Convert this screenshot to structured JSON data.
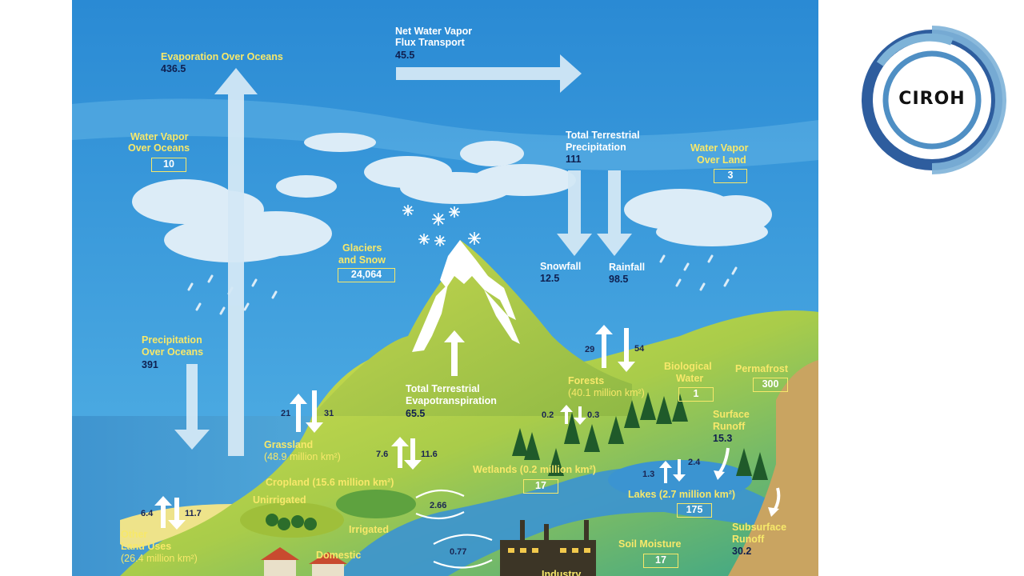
{
  "labels": {
    "evap_oceans_title": "Evaporation Over Oceans",
    "evap_oceans_value": "436.5",
    "flux_title_1": "Net Water Vapor",
    "flux_title_2": "Flux Transport",
    "flux_value": "45.5",
    "vapor_oceans_1": "Water Vapor",
    "vapor_oceans_2": "Over Oceans",
    "vapor_oceans_value": "10",
    "terr_precip_1": "Total Terrestrial",
    "terr_precip_2": "Precipitation",
    "terr_precip_value": "111",
    "vapor_land_1": "Water Vapor",
    "vapor_land_2": "Over Land",
    "vapor_land_value": "3",
    "glaciers_1": "Glaciers",
    "glaciers_2": "and Snow",
    "glaciers_value": "24,064",
    "snowfall": "Snowfall",
    "snowfall_value": "12.5",
    "rainfall": "Rainfall",
    "rainfall_value": "98.5",
    "precip_oceans_1": "Precipitation",
    "precip_oceans_2": "Over Oceans",
    "precip_oceans_value": "391",
    "forest_up": "29",
    "forest_down": "54",
    "forests": "Forests",
    "forests_area": "(40.1 million km²)",
    "bio_1": "Biological",
    "bio_2": "Water",
    "bio_value": "1",
    "permafrost": "Permafrost",
    "permafrost_value": "300",
    "evapo_1": "Total Terrestrial",
    "evapo_2": "Evapotranspiration",
    "evapo_value": "65.5",
    "grass_up": "21",
    "grass_down": "31",
    "grassland": "Grassland",
    "grassland_area": "(48.9 million km²)",
    "wet_up": "0.2",
    "wet_down": "0.3",
    "surface_1": "Surface",
    "surface_2": "Runoff",
    "surface_value": "15.3",
    "crop_up": "7.6",
    "crop_down": "11.6",
    "cropland": "Cropland (15.6 million km²)",
    "wetlands": "Wetlands (0.2 million km²)",
    "wetlands_value": "17",
    "lake_up": "1.3",
    "lake_down": "2.4",
    "unirrigated": "Unirrigated",
    "irrigated_flow": "2.66",
    "lakes": "Lakes (2.7 million km²)",
    "lakes_value": "175",
    "other_up": "6.4",
    "other_down": "11.7",
    "irrigated": "Irrigated",
    "subsurface_1": "Subsurface",
    "subsurface_2": "Runoff",
    "subsurface_value": "30.2",
    "other_1": "Other",
    "other_2": "Land Uses",
    "other_area": "(26.4 million km²)",
    "domestic": "Domestic",
    "domestic_flow": "0.77",
    "soil": "Soil Moisture",
    "soil_value": "17",
    "industry": "Industry"
  },
  "logo": {
    "text": "CIROH"
  },
  "colors": {
    "sky": "#3a9ad8",
    "ocean": "#3f94cf",
    "label_yellow": "#f7e86a",
    "value_navy": "#0f1f4f",
    "mountain_green": "#a8c64a",
    "logo_blue": "#2e5d9e"
  }
}
